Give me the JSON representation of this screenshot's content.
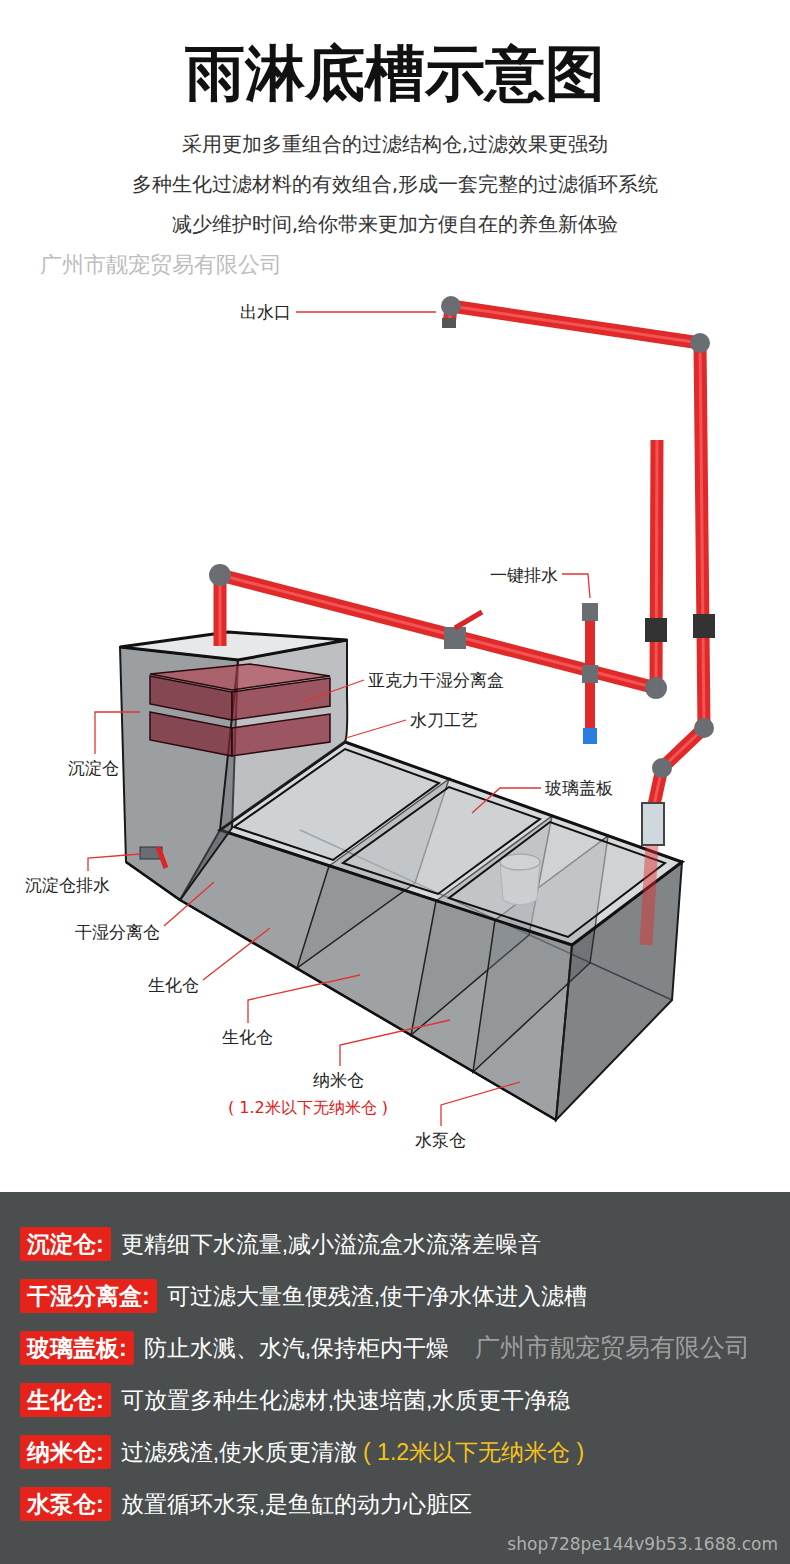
{
  "diagram": {
    "title": "雨淋底槽示意图",
    "nodes": [
      {
        "text": [
          "沉淀仓:",
          "更精细下水流量,减小溢流盒水流落差噪音"
        ]
      },
      {
        "text": [
          "干湿分离盒:",
          "可过滤大量鱼便残渣,使干净水体进入滤槽"
        ]
      },
      {
        "text": [
          "玻璃盖板:",
          "防止水溅、水汽,保持柜内干燥"
        ]
      },
      {
        "text": [
          "生化仓:",
          "可放置多种生化滤材,快速培菌,水质更干净稳"
        ]
      },
      {
        "text": [
          "纳米仓:",
          "过滤残渣,使水质更清澈",
          "( 1.2米以下无纳米仓 )"
        ]
      },
      {
        "text": [
          "水泵仓:",
          "放置循环水泵,是鱼缸的动力心脏区"
        ]
      }
    ],
    "labels": [
      "采用更加多重组合的过滤结构仓,过滤效果更强劲",
      "多种生化过滤材料的有效组合,形成一套完整的过滤循环系统",
      "减少维护时间,给你带来更加方便自在的养鱼新体验",
      "广州市靓宠贸易有限公司",
      "出水口",
      "一键排水",
      "亚克力干湿分离盒",
      "水刀工艺",
      "沉淀仓",
      "玻璃盖板",
      "沉淀仓排水",
      "干湿分离仓",
      "生化仓",
      "生化仓",
      "纳米仓",
      "( 1.2米以下无纳米仓 )",
      "水泵仓",
      "广州市靓宠贸易有限公司",
      "shop728pe144v9b53.1688.com"
    ]
  }
}
